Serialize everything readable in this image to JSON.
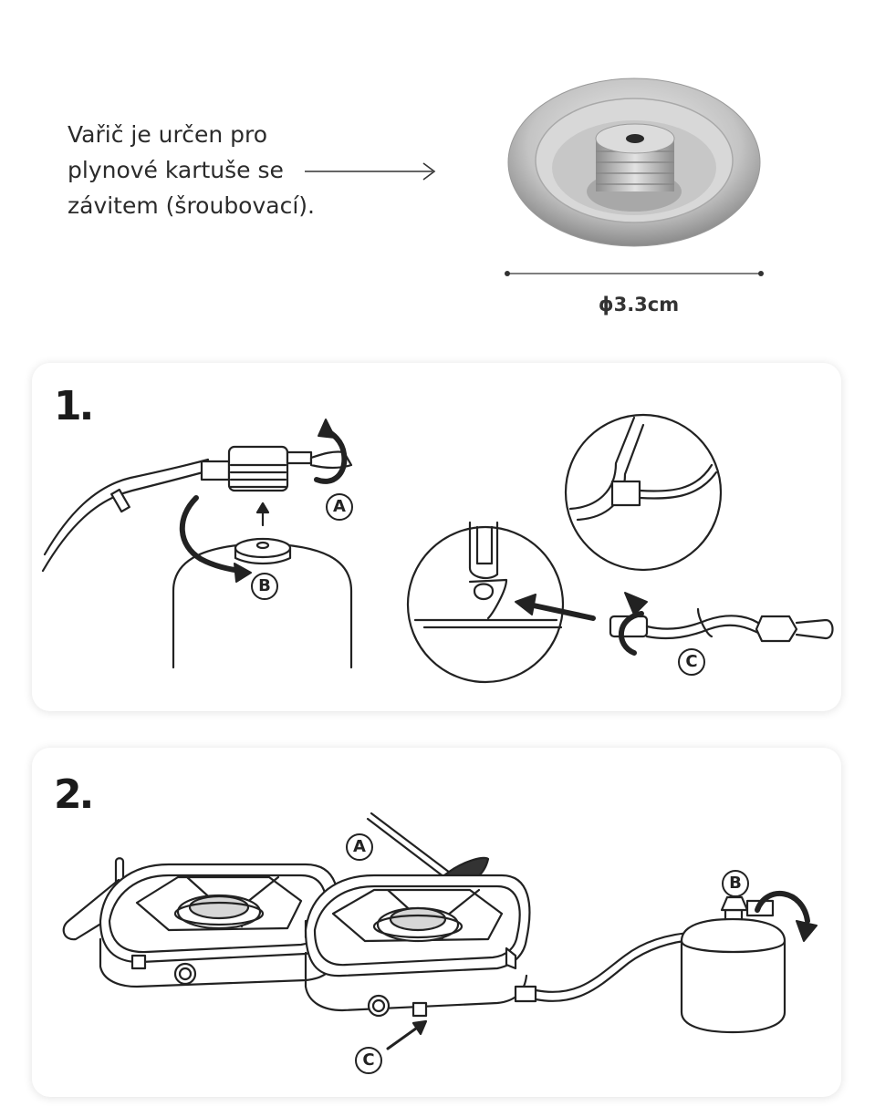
{
  "intro": {
    "lines": [
      "Vařič je určen pro",
      "plynové kartuše se",
      "závitem (šroubovací)."
    ]
  },
  "diameter_label": "ϕ3.3cm",
  "steps": [
    {
      "number": "1.",
      "labels": [
        "A",
        "B",
        "C"
      ]
    },
    {
      "number": "2.",
      "labels": [
        "A",
        "B",
        "C"
      ]
    }
  ],
  "colors": {
    "line": "#222222",
    "metal": "#c9c9c9",
    "background": "#ffffff"
  }
}
